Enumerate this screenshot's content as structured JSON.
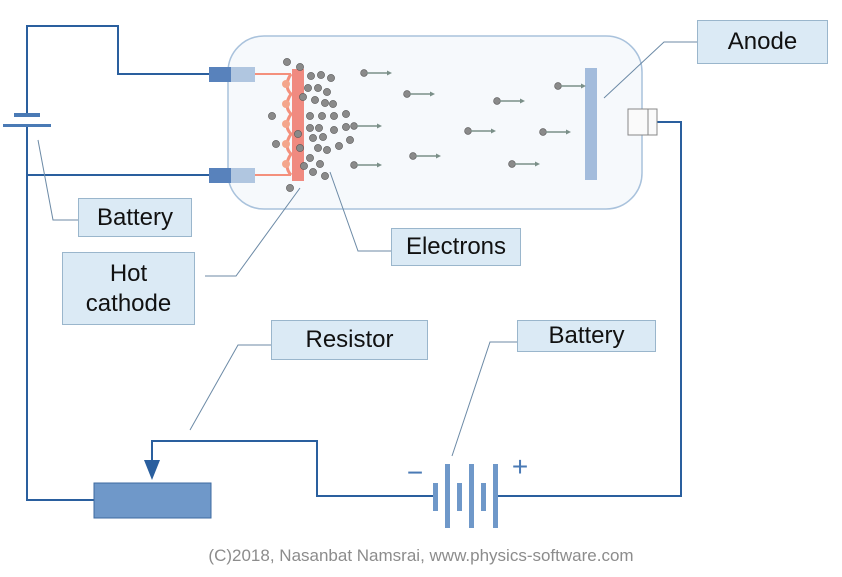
{
  "labels": {
    "anode": "Anode",
    "battery_left": "Battery",
    "hot_cathode_line1": "Hot",
    "hot_cathode_line2": "cathode",
    "electrons": "Electrons",
    "resistor": "Resistor",
    "battery_right": "Battery"
  },
  "symbols": {
    "minus": "−",
    "plus": "+"
  },
  "credit": "(C)2018, Nasanbat Namsrai, www.physics-software.com",
  "colors": {
    "wire": "#2a5f9e",
    "tube_outline": "#a9c2dc",
    "cathode_filament": "#f4907c",
    "cathode_plate": "#f08a80",
    "anode_plate": "#a3bcdc",
    "resistor": "#6f98c9",
    "electron": "#8a8a8a",
    "label_fill": "#dbeaf5"
  }
}
